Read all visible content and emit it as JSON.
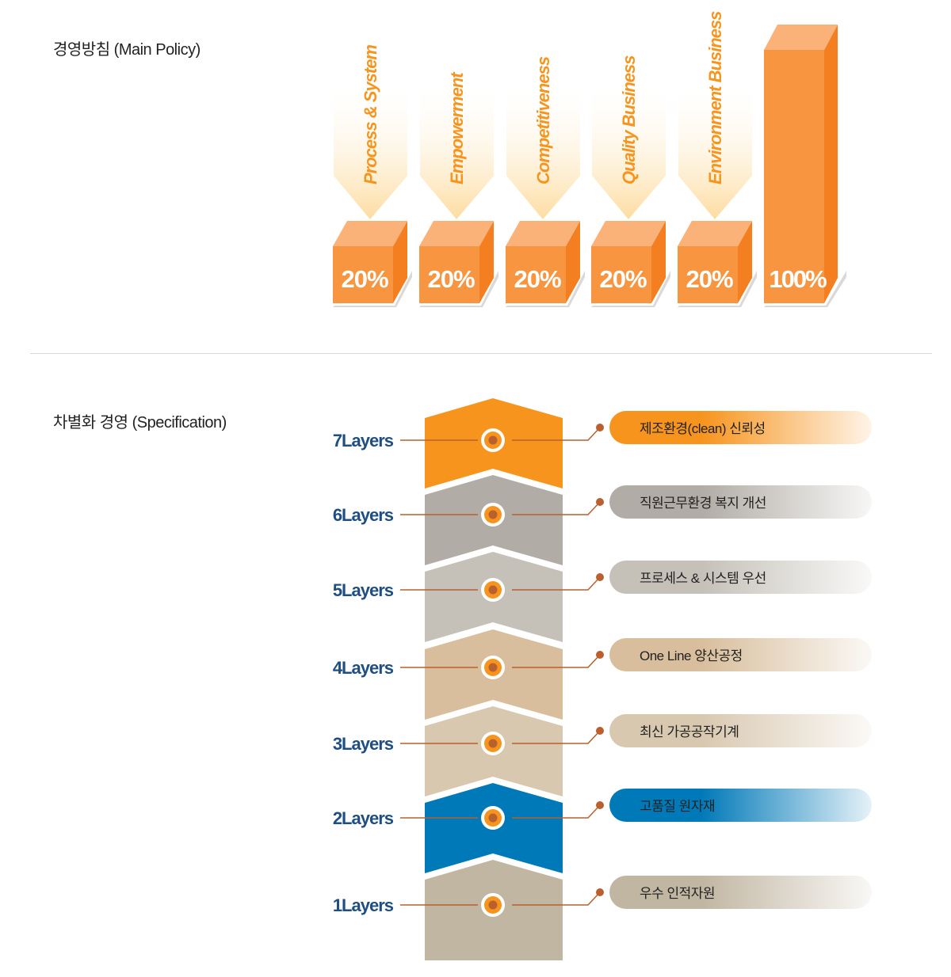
{
  "sections": {
    "main_policy_title": "경영방침 (Main Policy)",
    "specification_title": "차별화 경영 (Specification)"
  },
  "policy": {
    "items": [
      {
        "label": "Process & System",
        "value": "20%"
      },
      {
        "label": "Empowerment",
        "value": "20%"
      },
      {
        "label": "Competitiveness",
        "value": "20%"
      },
      {
        "label": "Quality Business",
        "value": "20%"
      },
      {
        "label": "Environment Business",
        "value": "20%"
      }
    ],
    "total": "100%"
  },
  "layers": [
    {
      "label": "7Layers",
      "text": "제조환경(clean) 신뢰성",
      "color": "#f7941d"
    },
    {
      "label": "6Layers",
      "text": "직원근무환경 복지 개선",
      "color": "#b1aca5"
    },
    {
      "label": "5Layers",
      "text": "프로세스 & 시스템 우선",
      "color": "#c5c1b9"
    },
    {
      "label": "4Layers",
      "text": "One Line 양산공정",
      "color": "#d8be9c"
    },
    {
      "label": "3Layers",
      "text": "최신 가공공작기계",
      "color": "#d9c8b0"
    },
    {
      "label": "2Layers",
      "text": "고품질 원자재",
      "color": "#0079b8"
    },
    {
      "label": "1Layers",
      "text": "우수 인적자원",
      "color": "#c1b6a2"
    }
  ],
  "colors": {
    "orange": "#f7941d",
    "navy": "#1f4e82",
    "connector": "#b8602e"
  }
}
